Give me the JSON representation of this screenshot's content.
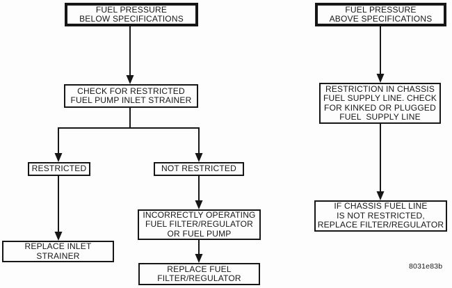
{
  "figure_label": "8031e83b",
  "colors": {
    "ink": "#161616",
    "paper": "#fdfdfd"
  },
  "nodes": {
    "below_start": {
      "lines": [
        "FUEL PRESSURE",
        "BELOW SPECIFICATIONS"
      ]
    },
    "check_strainer": {
      "lines": [
        "CHECK FOR RESTRICTED",
        "FUEL PUMP INLET STRAINER"
      ]
    },
    "restricted": {
      "lines": [
        "RESTRICTED"
      ]
    },
    "not_restricted": {
      "lines": [
        "NOT RESTRICTED"
      ]
    },
    "replace_strainer": {
      "lines": [
        "REPLACE INLET",
        "STRAINER"
      ]
    },
    "incorrect_filter": {
      "lines": [
        "INCORRECTLY OPERATING",
        "FUEL FILTER/REGULATOR",
        "OR FUEL PUMP"
      ]
    },
    "replace_filter": {
      "lines": [
        "REPLACE FUEL",
        "FILTER/REGULATOR"
      ]
    },
    "above_start": {
      "lines": [
        "FUEL PRESSURE",
        "ABOVE SPECIFICATIONS"
      ]
    },
    "restriction_chassis": {
      "lines": [
        "RESTRICTION IN CHASSIS",
        "FUEL SUPPLY LINE. CHECK",
        "FOR KINKED OR PLUGGED",
        "FUEL  SUPPLY LINE"
      ]
    },
    "chassis_not_restricted": {
      "lines": [
        "IF CHASSIS FUEL LINE",
        "IS NOT RESTRICTED,",
        "REPLACE FILTER/REGULATOR"
      ]
    }
  }
}
